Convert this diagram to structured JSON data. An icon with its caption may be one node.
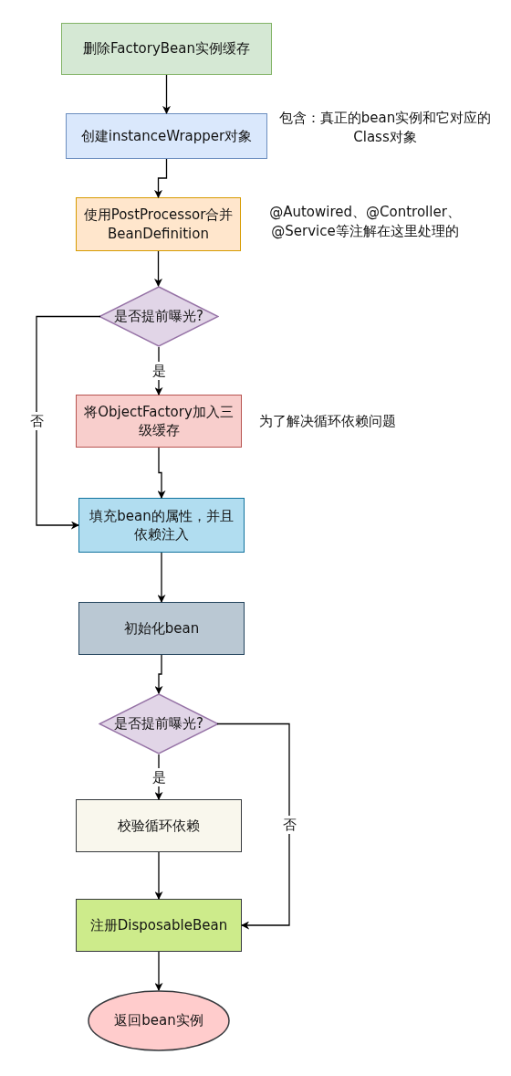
{
  "diagram": {
    "nodes": [
      {
        "text": [
          "删除FactoryBean实例缓存"
        ]
      },
      {
        "text": [
          "创建instanceWrapper对象"
        ],
        "beside": [
          "包含：真正的bean实例和它对应的Class对象"
        ]
      },
      {
        "text": [
          "使用PostProcessor合并BeanDefinition"
        ],
        "beside": [
          "@Autowired、@Controller、@Service等注解在这里处理的"
        ]
      },
      {
        "text": [
          "是否提前曝光?"
        ]
      },
      {
        "text": [
          "将ObjectFactory加入三级缓存"
        ],
        "beside": [
          "为了解决循环依赖问题"
        ]
      },
      {
        "text": [
          "填充bean的属性，并且依赖注入"
        ]
      },
      {
        "text": [
          "初始化bean"
        ]
      },
      {
        "text": [
          "是否提前曝光?"
        ]
      },
      {
        "text": [
          "校验循环依赖"
        ]
      },
      {
        "text": [
          "注册DisposableBean"
        ]
      },
      {
        "text": [
          "返回bean实例"
        ]
      }
    ],
    "edges": [
      {
        "from": 0,
        "to": 1,
        "arrow": "to"
      },
      {
        "from": 1,
        "to": 2,
        "arrow": "to"
      },
      {
        "from": 2,
        "to": 3,
        "arrow": "to"
      },
      {
        "from": 3,
        "to": 4,
        "arrow": "to",
        "label": "是"
      },
      {
        "from": 3,
        "to": 5,
        "arrow": "to",
        "label": "否"
      },
      {
        "from": 4,
        "to": 5,
        "arrow": "to"
      },
      {
        "from": 5,
        "to": 6,
        "arrow": "to"
      },
      {
        "from": 6,
        "to": 7,
        "arrow": "to"
      },
      {
        "from": 7,
        "to": 8,
        "arrow": "to",
        "label": "是"
      },
      {
        "from": 7,
        "to": 9,
        "arrow": "to",
        "label": "否"
      },
      {
        "from": 8,
        "to": 9,
        "arrow": "to"
      },
      {
        "from": 9,
        "to": 10,
        "arrow": "to"
      }
    ]
  }
}
